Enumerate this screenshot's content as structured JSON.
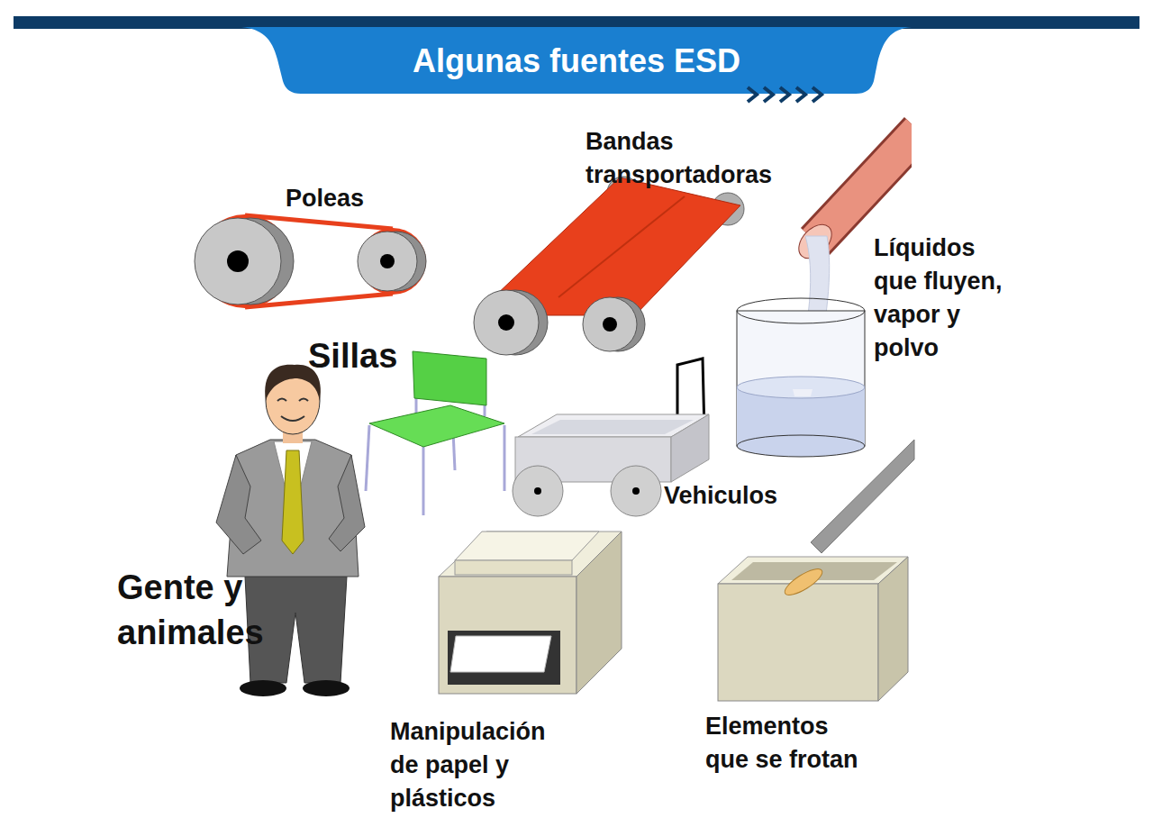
{
  "diagram": {
    "title": "Algunas fuentes ESD",
    "labels": [
      "Poleas",
      "Bandas transportadoras",
      "Líquidos que fluyen, vapor y polvo",
      "Sillas",
      "Vehiculos",
      "Gente y animales",
      "Manipulación de papel y plásticos",
      "Elementos que se frotan"
    ]
  }
}
